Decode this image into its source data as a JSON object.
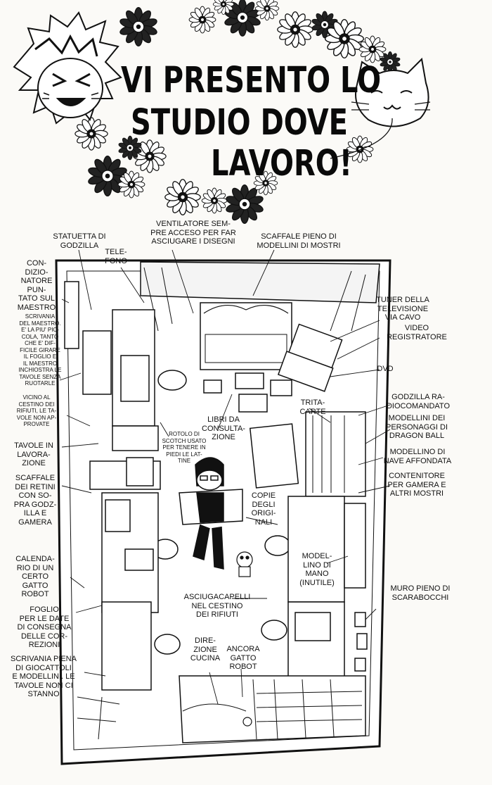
{
  "title": {
    "line1": "VI PRESENTO LO",
    "line2": "STUDIO DOVE",
    "line3": "LAVORO!"
  },
  "labels": {
    "statuetta": "STATUETTA DI\nGODZILLA",
    "ventilatore": "VENTILATORE SEM-\nPRE ACCESO PER FAR\nASCIUGARE I DISEGNI",
    "scaffale_modellini": "SCAFFALE PIENO DI\nMODELLINI DI MOSTRI",
    "telefono": "TELE-\nFONO",
    "condizionatore": "CON-\nDIZIO-\nNATORE\nPUN-\nTATO SUL\nMAESTRO",
    "scrivania_maestro": "SCRIVANIA\nDEL MAESTRO.\nE' LA PIU' PIC-\nCOLA, TANTO\nCHE E' DIF-\nFICILE GIRARE\nIL FOGLIO E\nIL MAESTRO\nINCHIOSTRA LE\nTAVOLE SENZA\nRUOTARLE",
    "tuner": "TUNER DELLA\nTELEVISIONE\nVIA CAVO",
    "videoregistratore": "VIDEO\nREGISTRATORE",
    "dvd": "DVD",
    "vicino_cestino": "VICINO AL\nCESTINO DEI\nRIFIUTI, LE TA-\nVOLE NON AP-\nPROVATE",
    "godzilla_radio": "GODZILLA RA-\nDIOCOMANDATO",
    "trita_carte": "TRITA-\nCARTE",
    "libri": "LIBRI DA\nCONSULTA-\nZIONE",
    "modellini_dragon": "MODELLINI DEI\nPERSONAGGI DI\nDRAGON BALL",
    "rotolo": "ROTOLO DI\nSCOTCH USATO\nPER TENERE IN\nPIEDI LE LAT-\nTINE",
    "tavole_lavorazione": "TAVOLE IN\nLAVORA-\nZIONE",
    "nave": "MODELLINO DI\nNAVE AFFONDATA",
    "scaffale_retini": "SCAFFALE\nDEI RETINI\nCON SO-\nPRA GODZ-\nILLA E\nGAMERA",
    "contenitore": "CONTENITORE\nPER GAMERA E\nALTRI MOSTRI",
    "copie": "COPIE\nDEGLI\nORIGI-\nNALI",
    "calendario": "CALENDA-\nRIO DI UN\nCERTO\nGATTO\nROBOT",
    "modellino_mano": "MODEL-\nLINO DI\nMANO\n(INUTILE)",
    "muro": "MURO PIENO DI\nSCARABOCCHI",
    "asciugacapelli": "ASCIUGACAPELLI\nNEL CESTINO\nDEI RIFIUTI",
    "foglio": "FOGLIO\nPER LE DATE\nDI CONSEGNA\nDELLE COR-\nREZIONI",
    "direzione": "DIRE-\nZIONE\nCUCINA",
    "ancora_gatto": "ANCORA\nGATTO\nROBOT",
    "scrivania_giocattoli": "SCRIVANIA PIENA\nDI GIOCATTOLI\nE MODELLINI. LE\nTAVOLE NON CI\nSTANNO"
  },
  "colors": {
    "ink": "#111111",
    "paper": "#fbfaf7"
  },
  "icons": [
    "flower-icon",
    "author-face-icon",
    "cat-face-icon",
    "author-figure-icon",
    "robot-cat-icon"
  ]
}
